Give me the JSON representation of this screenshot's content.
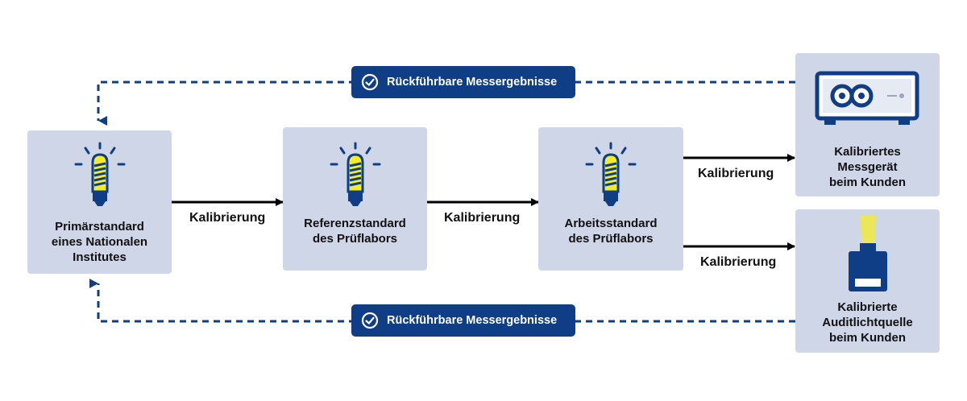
{
  "colors": {
    "box_fill": "#cfd6e8",
    "navy": "#0f3e86",
    "bulb_yellow": "#f4ec2a",
    "arrow": "#000000"
  },
  "nodes": {
    "primary": "Primärstandard\neines Nationalen\nInstitutes",
    "reference": "Referenzstandard\ndes Prüflabors",
    "working": "Arbeitsstandard\ndes Prüflabors",
    "device": "Kalibriertes\nMessgerät\nbeim Kunden",
    "lightsource": "Kalibrierte\nAuditlichtquelle\nbeim Kunden"
  },
  "edges": {
    "cal1": "Kalibrierung",
    "cal2": "Kalibrierung",
    "cal3": "Kalibrierung",
    "cal4": "Kalibrierung"
  },
  "feedback": {
    "top": "Rückführbare Messergebnisse",
    "bottom": "Rückführbare Messergebnisse"
  },
  "icons": {
    "standard": "lightbulb-icon",
    "device": "measuring-device-icon",
    "lightsource": "audit-light-source-icon",
    "check": "check-circle-icon"
  }
}
